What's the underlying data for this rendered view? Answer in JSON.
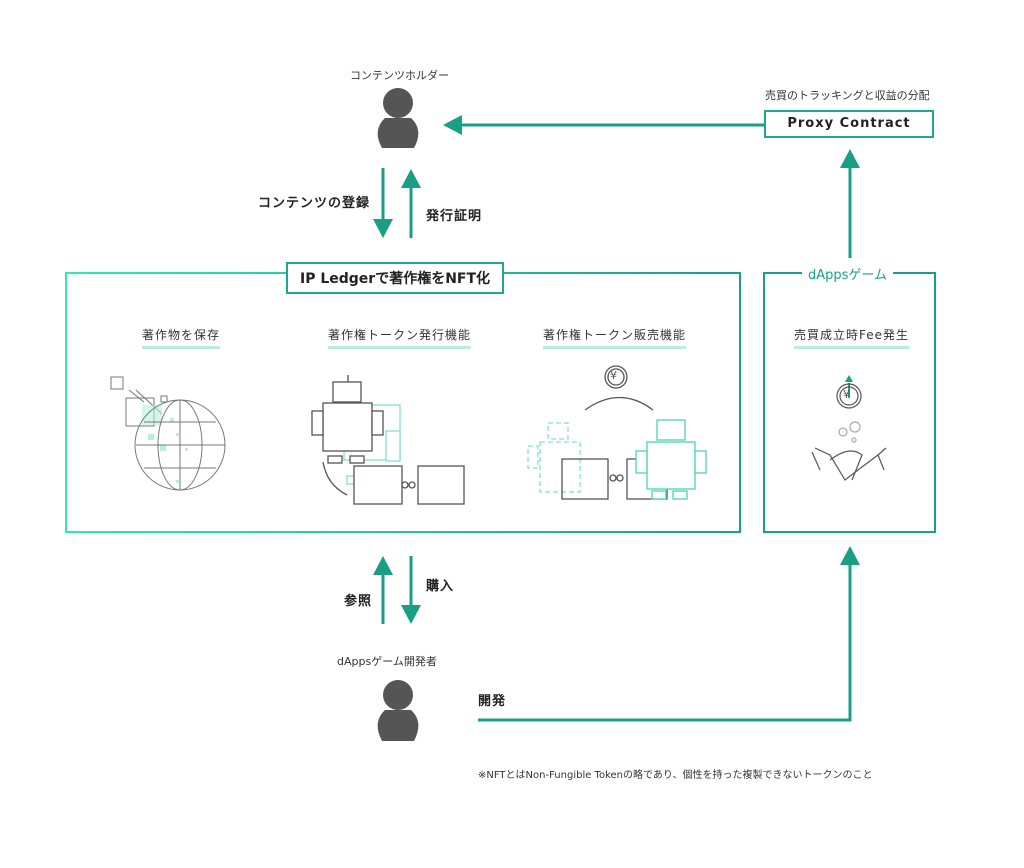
{
  "colors": {
    "accent": "#1a9e86",
    "accent_light": "#2ee8b6",
    "person": "#555555",
    "underline": "#b8ede0"
  },
  "actors": {
    "content_holder": "コンテンツホルダー",
    "developer": "dAppsゲーム開発者"
  },
  "proxy": {
    "caption": "売買のトラッキングと収益の分配",
    "label": "Proxy Contract"
  },
  "flows": {
    "register": "コンテンツの登録",
    "certificate": "発行証明",
    "reference": "参照",
    "purchase": "購入",
    "develop": "開発"
  },
  "ip_ledger": {
    "title": "IP Ledgerで著作権をNFT化",
    "features": [
      {
        "label": "著作物を保存",
        "icon": "globe-storage-icon"
      },
      {
        "label": "著作権トークン発行機能",
        "icon": "robot-token-issue-icon"
      },
      {
        "label": "著作権トークン販売機能",
        "icon": "robot-token-sale-icon"
      }
    ]
  },
  "dapps": {
    "title": "dAppsゲーム",
    "feature": {
      "label": "売買成立時Fee発生",
      "icon": "handshake-yen-icon"
    },
    "yen": "¥"
  },
  "footnote": "※NFTとはNon-Fungible Tokenの略であり、個性を持った複製できないトークンのこと"
}
